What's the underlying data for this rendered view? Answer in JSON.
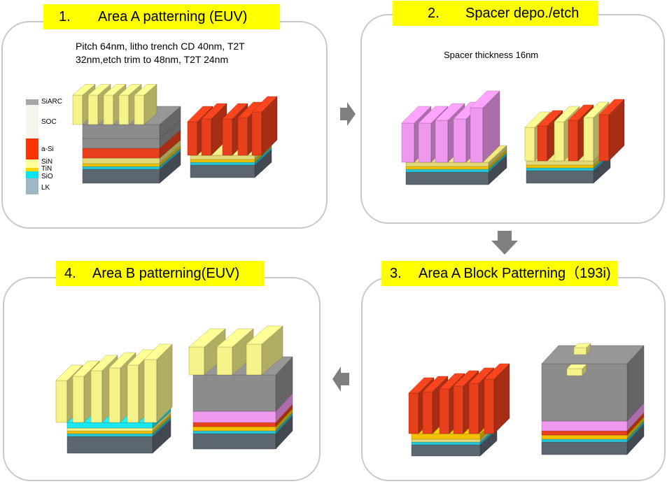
{
  "steps": [
    {
      "number": "1.",
      "title": "Area A patterning (EUV)",
      "description_line1": "Pitch 64nm, litho trench CD 40nm, T2T",
      "description_line2": "32nm,etch trim to 48nm, T2T 24nm"
    },
    {
      "number": "2.",
      "title": "Spacer depo./etch",
      "description_line1": "Spacer thickness 16nm"
    },
    {
      "number": "3.",
      "title": "Area A Block Patterning（193i)"
    },
    {
      "number": "4.",
      "title": "Area B patterning(EUV)"
    }
  ],
  "legend": [
    {
      "label": "SiARC",
      "color": "#a6a6a6"
    },
    {
      "label": "SOC",
      "color": "#f7f4ee"
    },
    {
      "label": "a-Si",
      "color": "#ff3300"
    },
    {
      "label": "SiN",
      "color": "#ffff99"
    },
    {
      "label": "TiN",
      "color": "#ffd700"
    },
    {
      "label": "SiO",
      "color": "#00e5ee"
    },
    {
      "label": "LK",
      "color": "#9fb6c3"
    }
  ],
  "colors": {
    "title_bg": "#ffff00",
    "panel_border": "#c8c8c8",
    "arrow": "#7f7f7f",
    "spacer": "#ee99ee"
  },
  "icons": [
    "arrow-right-icon",
    "arrow-down-icon",
    "arrow-left-icon"
  ]
}
